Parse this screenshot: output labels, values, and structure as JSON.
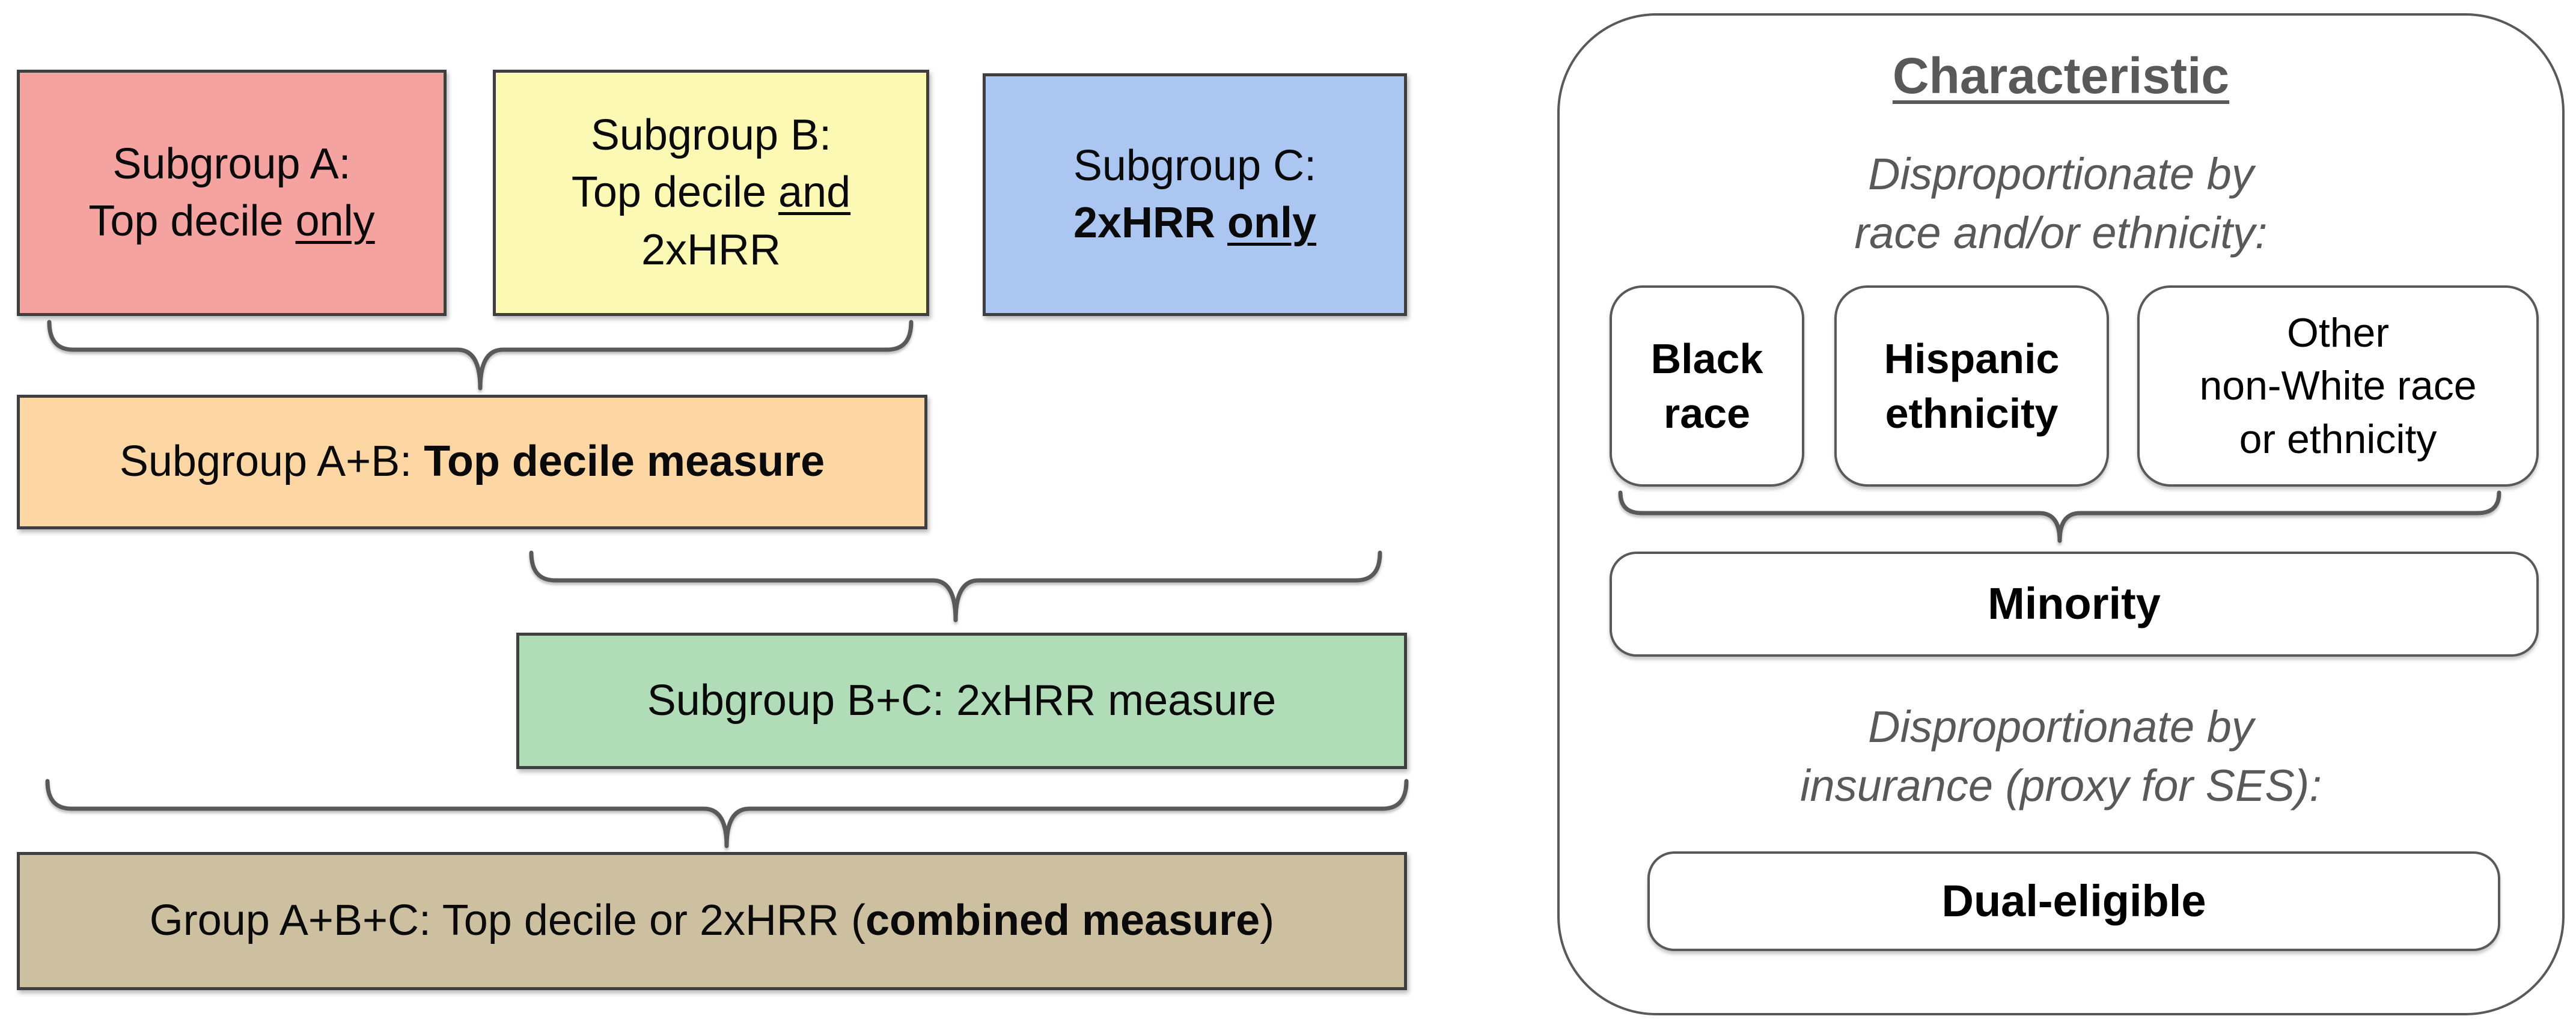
{
  "colors": {
    "salmon": "#F5A3A0",
    "yellow": "#FBF9B4",
    "blue": "#AAC6F1",
    "peach": "#FCD7A4",
    "green": "#B0DCB8",
    "tan": "#CCC0A0",
    "box_border": "#3F3F3F",
    "panel_gray": "#595959"
  },
  "left_diagram": {
    "box_a": {
      "line1": "Subgroup A:",
      "line2_pre": "Top decile ",
      "line2_underlined": "only"
    },
    "box_b": {
      "line1": "Subgroup B:",
      "line2_pre": "Top decile ",
      "line2_underlined": "and",
      "line3": "2xHRR"
    },
    "box_c": {
      "line1": "Subgroup C:",
      "line2_pre": "2xHRR ",
      "line2_underlined": "only"
    },
    "box_ab": {
      "pre": "Subgroup A+B: ",
      "bold": "Top decile measure"
    },
    "box_bc": {
      "text": "Subgroup B+C: 2xHRR measure"
    },
    "box_abc": {
      "pre": "Group A+B+C: Top decile or 2xHRR (",
      "bold": "combined measure",
      "post": ")"
    }
  },
  "right_panel": {
    "title": "Characteristic",
    "race_section": {
      "line1": "Disproportionate by",
      "line2": "race and/or ethnicity:"
    },
    "race_boxes": {
      "black": {
        "lines": [
          "Black",
          "race"
        ]
      },
      "hispanic": {
        "lines": [
          "Hispanic",
          "ethnicity"
        ]
      },
      "other": {
        "lines": [
          "Other",
          "non-White race",
          "or ethnicity"
        ]
      }
    },
    "minority_label": "Minority",
    "insurance_section": {
      "line1": "Disproportionate by",
      "line2": "insurance (proxy for SES):"
    },
    "dual_label": "Dual-eligible"
  }
}
